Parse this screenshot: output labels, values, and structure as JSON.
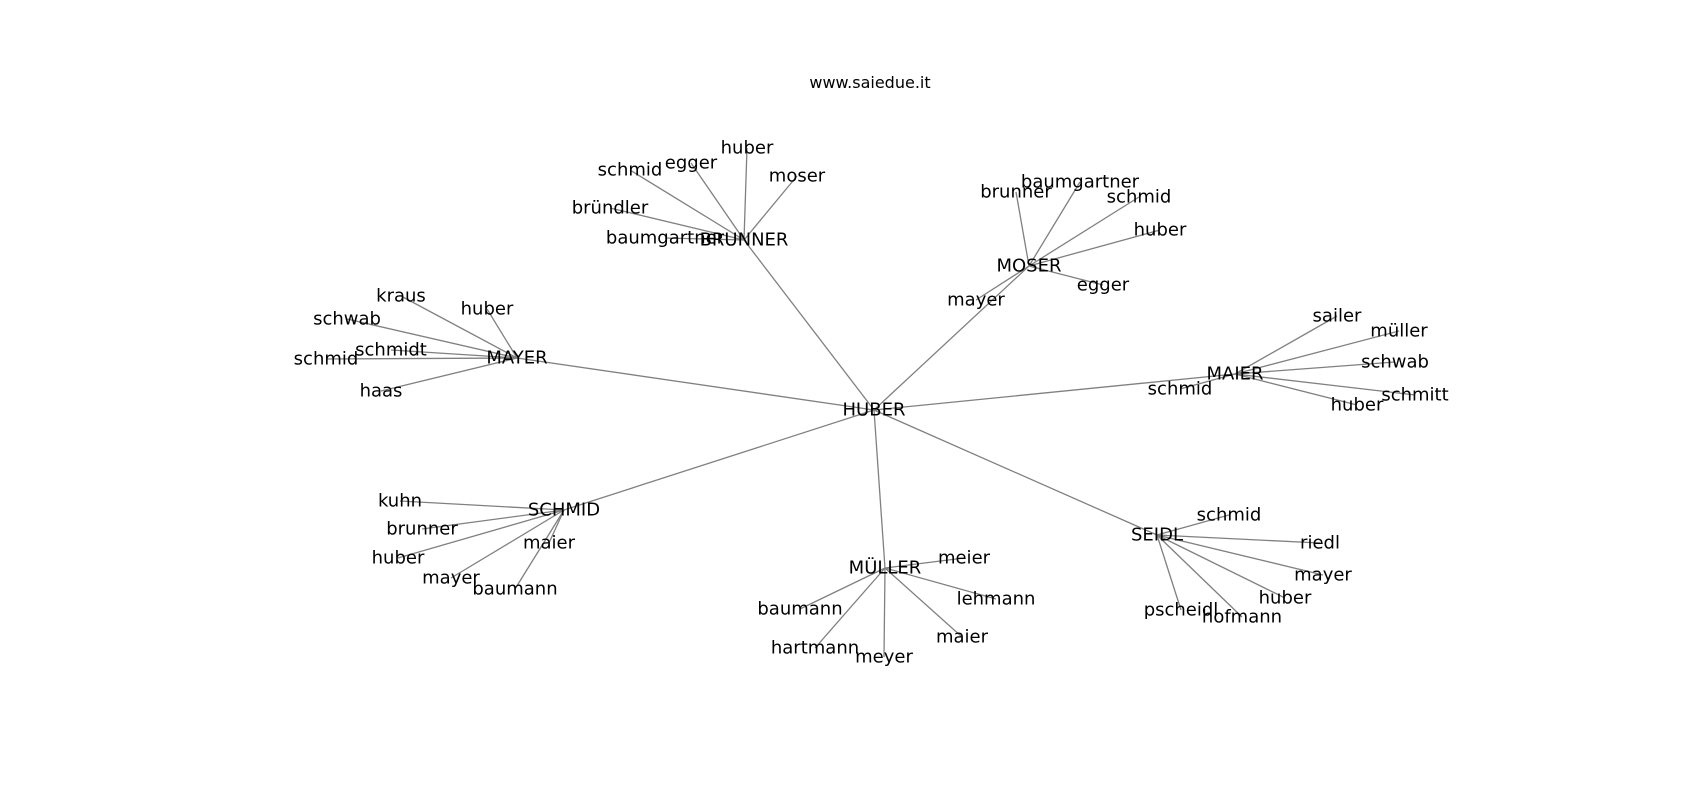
{
  "title": "www.saiedue.it",
  "colors": {
    "edge": "#808080",
    "text": "#000000",
    "background": "#ffffff"
  },
  "diagram": {
    "center": "HUBER",
    "groups": [
      {
        "hub": "BRUNNER",
        "leaves": [
          "schmid",
          "egger",
          "huber",
          "moser",
          "bründler",
          "baumgartner"
        ]
      },
      {
        "hub": "MOSER",
        "leaves": [
          "brunner",
          "baumgartner",
          "schmid",
          "huber",
          "egger",
          "mayer"
        ]
      },
      {
        "hub": "MAYER",
        "leaves": [
          "kraus",
          "huber",
          "schwab",
          "schmidt",
          "schmid",
          "haas"
        ]
      },
      {
        "hub": "MAIER",
        "leaves": [
          "sailer",
          "müller",
          "schwab",
          "schmitt",
          "huber",
          "schmid"
        ]
      },
      {
        "hub": "SCHMID",
        "leaves": [
          "kuhn",
          "brunner",
          "huber",
          "mayer",
          "baumann",
          "maier"
        ]
      },
      {
        "hub": "MÜLLER",
        "leaves": [
          "meier",
          "lehmann",
          "maier",
          "meyer",
          "hartmann",
          "baumann"
        ]
      },
      {
        "hub": "SEIDL",
        "leaves": [
          "schmid",
          "riedl",
          "mayer",
          "huber",
          "hofmann",
          "pscheidl"
        ]
      }
    ]
  }
}
